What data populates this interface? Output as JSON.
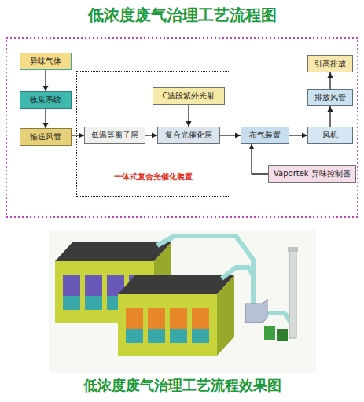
{
  "diagram": {
    "title": "低浓度废气治理工艺流程图",
    "caption": "低浓度废气治理工艺流程效果图",
    "nodes": [
      {
        "text": [
          "异味气体"
        ]
      },
      {
        "text": [
          "收集系统"
        ]
      },
      {
        "text": [
          "输送风管"
        ]
      },
      {
        "text": [
          "一体式复合光催化装置"
        ]
      },
      {
        "text": [
          "低温等离子层"
        ],
        "in": 3
      },
      {
        "text": [
          "C波段紫外光射"
        ],
        "in": 3
      },
      {
        "text": [
          "复合光催化层"
        ],
        "in": 3
      },
      {
        "text": [
          "布气装置"
        ]
      },
      {
        "text": [
          "Vaportek 异味控制器"
        ]
      },
      {
        "text": [
          "风机"
        ]
      },
      {
        "text": [
          "排放风管"
        ]
      },
      {
        "text": [
          "引高排放"
        ]
      }
    ],
    "edges": [
      {
        "from": 0,
        "to": 1,
        "arrow": "to"
      },
      {
        "from": 1,
        "to": 2,
        "arrow": "to"
      },
      {
        "from": 2,
        "to": 4,
        "arrow": "to"
      },
      {
        "from": 4,
        "to": 6,
        "arrow": "to"
      },
      {
        "from": 5,
        "to": 6,
        "arrow": "to"
      },
      {
        "from": 6,
        "to": 7,
        "arrow": "to"
      },
      {
        "from": 8,
        "to": 7,
        "arrow": "to"
      },
      {
        "from": 7,
        "to": 9,
        "arrow": "to"
      },
      {
        "from": 9,
        "to": 10,
        "arrow": "to"
      },
      {
        "from": 10,
        "to": 11,
        "arrow": "to"
      }
    ]
  }
}
